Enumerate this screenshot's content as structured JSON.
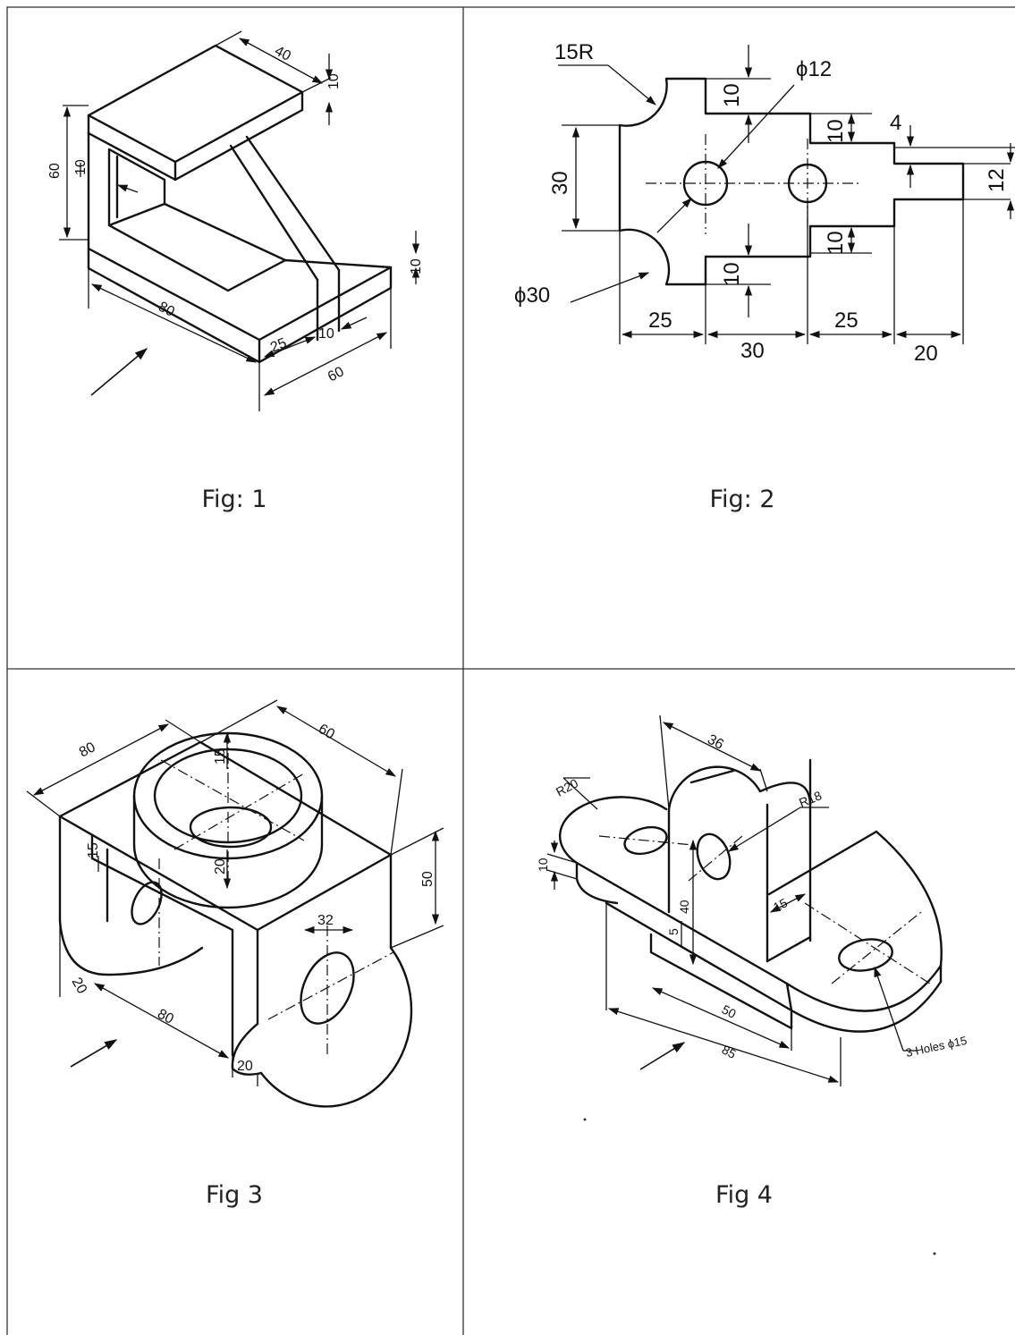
{
  "figures": [
    {
      "caption": "Fig: 1",
      "dimensions": [
        "40",
        "10",
        "60",
        "10",
        "10",
        "80",
        "25",
        "10",
        "60"
      ]
    },
    {
      "caption": "Fig: 2",
      "dimensions": [
        "15R",
        "ϕ12",
        "10",
        "10",
        "4",
        "30",
        "12",
        "10",
        "10",
        "ϕ30",
        "25",
        "30",
        "25",
        "20"
      ]
    },
    {
      "caption": "Fig 3",
      "dimensions": [
        "80",
        "60",
        "15",
        "15",
        "20",
        "50",
        "32",
        "20",
        "80",
        "20"
      ]
    },
    {
      "caption": "Fig 4",
      "dimensions": [
        "36",
        "R20",
        "R18",
        "10",
        "40",
        "5",
        "15",
        "50",
        "85",
        "3 Holes ϕ15"
      ]
    }
  ]
}
